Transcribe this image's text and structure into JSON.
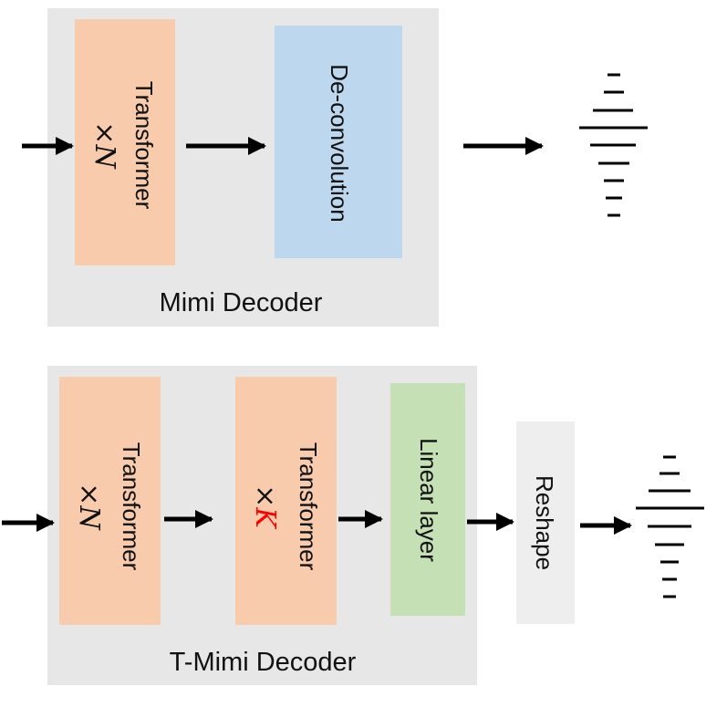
{
  "colors": {
    "panel": "#e7e7e7",
    "transformer": "#f8cbad",
    "deconv": "#bdd7ee",
    "linear": "#c5e0b4",
    "reshape": "#eeeeee",
    "highlight": "#ff0000",
    "arrow": "#000000"
  },
  "mimi": {
    "caption": "Mimi Decoder",
    "transformer_label": "Transformer",
    "transformer_mult_sym": "×",
    "transformer_mult_var": "N",
    "deconv_label": "De-convolution"
  },
  "tmimi": {
    "caption": "T-Mimi Decoder",
    "transformer1_label": "Transformer",
    "transformer1_mult_sym": "×",
    "transformer1_mult_var": "N",
    "transformer2_label": "Transformer",
    "transformer2_mult_sym": "×",
    "transformer2_mult_var": "K",
    "linear_label": "Linear layer",
    "reshape_label": "Reshape"
  },
  "icons": [
    "waveform-icon",
    "arrow-right-icon"
  ]
}
